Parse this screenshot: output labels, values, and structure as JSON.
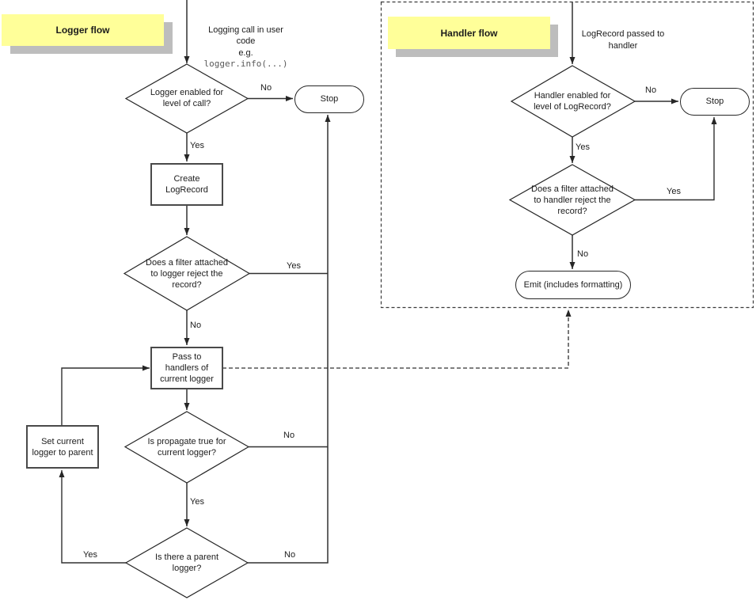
{
  "colors": {
    "note-bg": "#ffff99",
    "note-shadow": "#bdbdbd",
    "ink": "#303030"
  },
  "logger_flow": {
    "note": "Logger flow",
    "entry_caption": "Logging call in user\ncode\ne.g.",
    "entry_code": "logger.info(...)",
    "nodes": {
      "logger_enabled": "Logger enabled for\nlevel of call?",
      "stop": "Stop",
      "create_logrecord": "Create\nLogRecord",
      "filter_reject": "Does a filter attached\nto logger reject the\nrecord?",
      "pass_to_handlers": "Pass to\nhandlers of\ncurrent logger",
      "propagate": "Is propagate true for\ncurrent logger?",
      "parent_logger": "Is there a parent\nlogger?",
      "set_current": "Set current\nlogger to parent"
    },
    "edge_labels": {
      "enabled_no": "No",
      "enabled_yes": "Yes",
      "filter_yes": "Yes",
      "filter_no": "No",
      "propagate_no": "No",
      "propagate_yes": "Yes",
      "parent_yes": "Yes",
      "parent_no": "No"
    }
  },
  "handler_flow": {
    "note": "Handler flow",
    "entry_caption": "LogRecord passed to\nhandler",
    "nodes": {
      "handler_enabled": "Handler enabled for\nlevel of LogRecord?",
      "stop": "Stop",
      "filter_reject": "Does a filter attached\nto handler reject the\nrecord?",
      "emit": "Emit (includes formatting)"
    },
    "edge_labels": {
      "enabled_no": "No",
      "enabled_yes": "Yes",
      "filter_yes": "Yes",
      "filter_no": "No"
    }
  }
}
